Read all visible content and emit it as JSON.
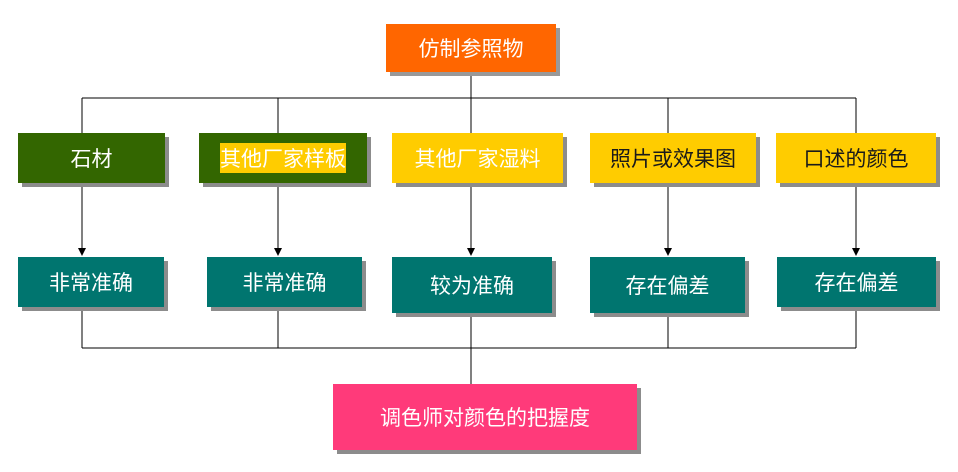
{
  "top_node": {
    "label": "仿制参照物"
  },
  "sources": [
    {
      "label": "石材",
      "color": "#336600"
    },
    {
      "label": "其他厂家样板",
      "color": "#336600"
    },
    {
      "label": "其他厂家湿料",
      "color": "#336600"
    },
    {
      "label": "照片或效果图",
      "color": "#ffcc00"
    },
    {
      "label": "口述的颜色",
      "color": "#ffcc00"
    }
  ],
  "results": [
    {
      "label": "非常准确"
    },
    {
      "label": "非常准确"
    },
    {
      "label": "较为准确"
    },
    {
      "label": "存在偏差"
    },
    {
      "label": "存在偏差"
    }
  ],
  "bottom_node": {
    "label": "调色师对颜色的把握度"
  }
}
